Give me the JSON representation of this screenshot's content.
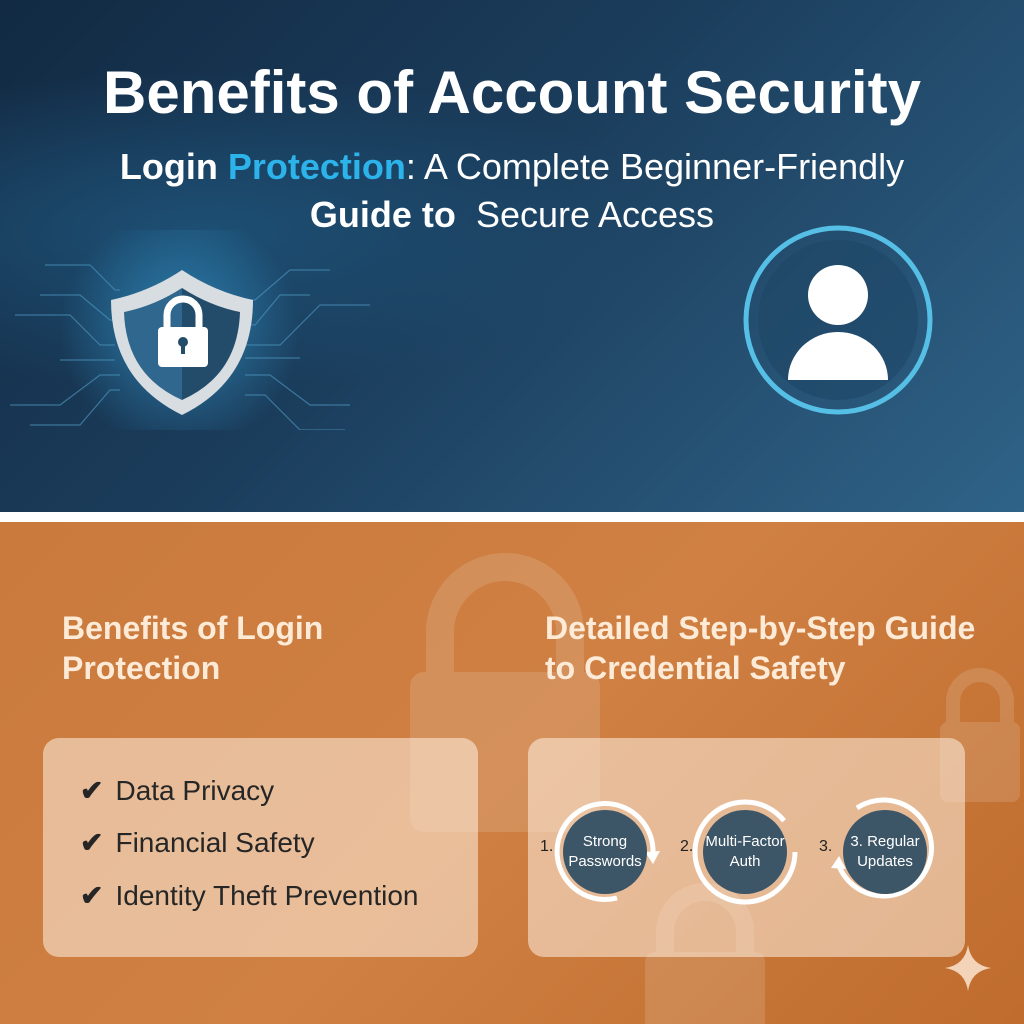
{
  "header": {
    "title": "Benefits of Account Security",
    "subtitle_accent_prefix": "Login ",
    "subtitle_accent": "Protection",
    "subtitle_rest": ": A Complete Beginner-Friendly",
    "subtitle_line2_bold": "Guide  to",
    "subtitle_line2_rest": "Secure Access"
  },
  "benefits": {
    "heading_line1": "Benefits of Login",
    "heading_line2": "Protection",
    "items": [
      {
        "check": "✔",
        "label": "Data Privacy"
      },
      {
        "check": "✔",
        "label": "Financial Safety"
      },
      {
        "check": "✔",
        "label": "Identity Theft Prevention"
      }
    ]
  },
  "guide": {
    "heading_line1": "Detailed Step-by-Step Guide",
    "heading_line2": "to Credential Safety",
    "steps": [
      {
        "number": "1.",
        "label": "Strong Passwords"
      },
      {
        "number": "2.",
        "label": "Multi-Factor Auth"
      },
      {
        "number": "3.",
        "label": "3. Regular Updates"
      }
    ]
  },
  "colors": {
    "navy": "#14304a",
    "accent": "#2bb3ea",
    "orange": "#c97a3c",
    "step": "#3c5567"
  }
}
